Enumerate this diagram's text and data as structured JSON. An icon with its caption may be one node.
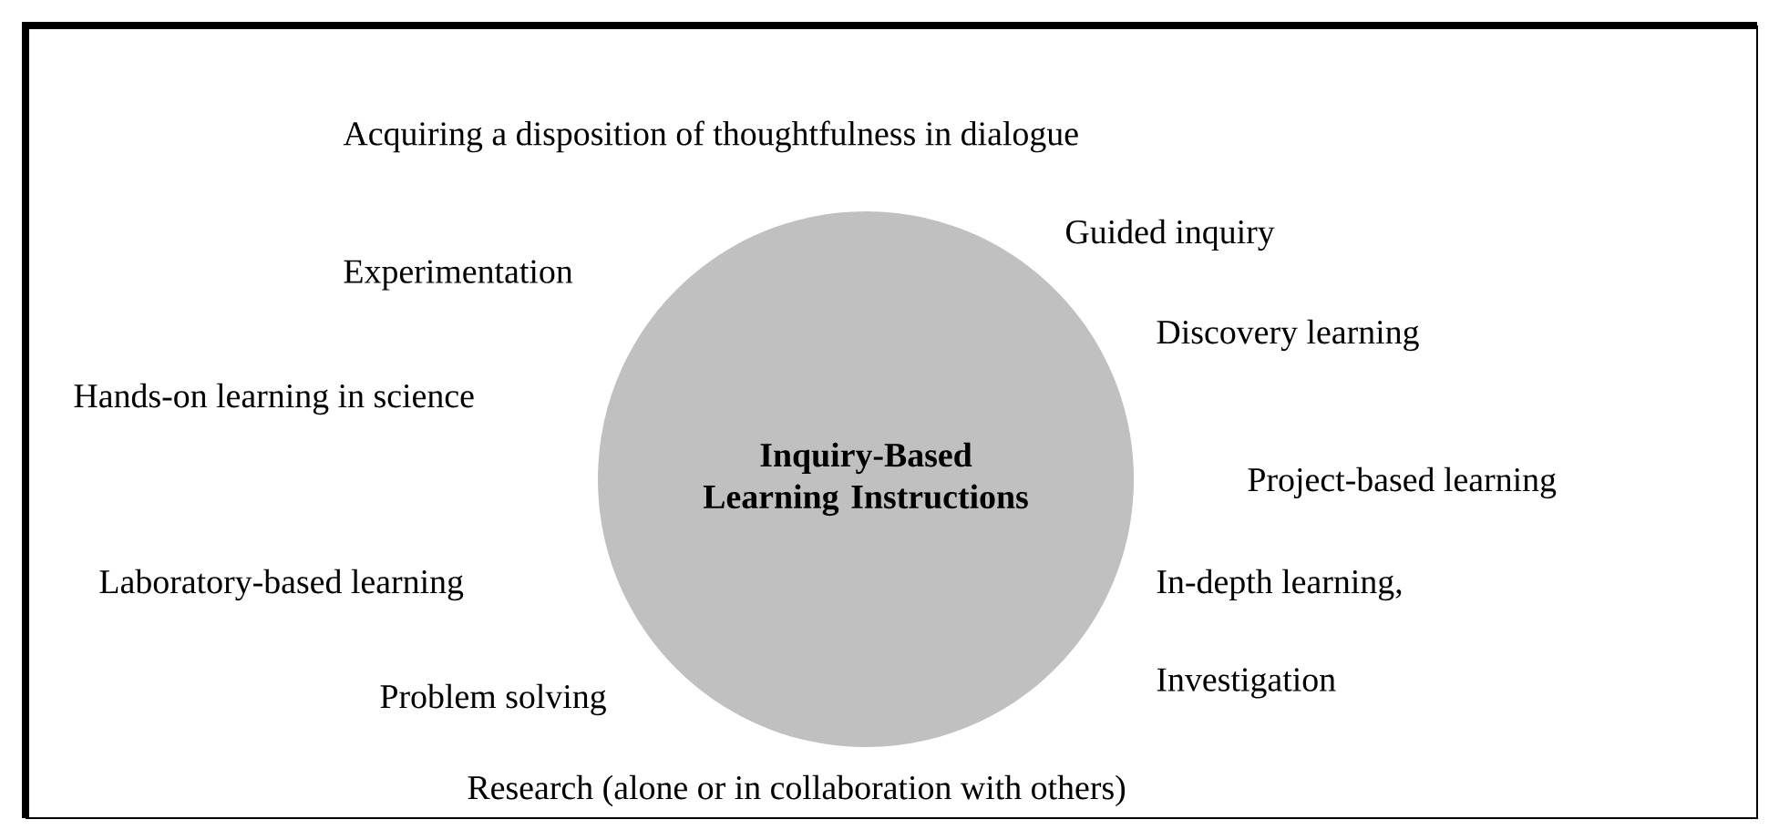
{
  "diagram": {
    "nodes": [
      {
        "text": [
          "Inquiry-Based Learning Instructions"
        ]
      }
    ],
    "labels": [
      "Acquiring a disposition of thoughtfulness in dialogue",
      "Guided inquiry",
      "Experimentation",
      "Discovery learning",
      "Hands-on learning in science",
      "Project-based learning",
      "Laboratory-based learning",
      "In-depth learning,",
      "Investigation",
      "Problem solving",
      "Research (alone or in collaboration with others)"
    ]
  }
}
